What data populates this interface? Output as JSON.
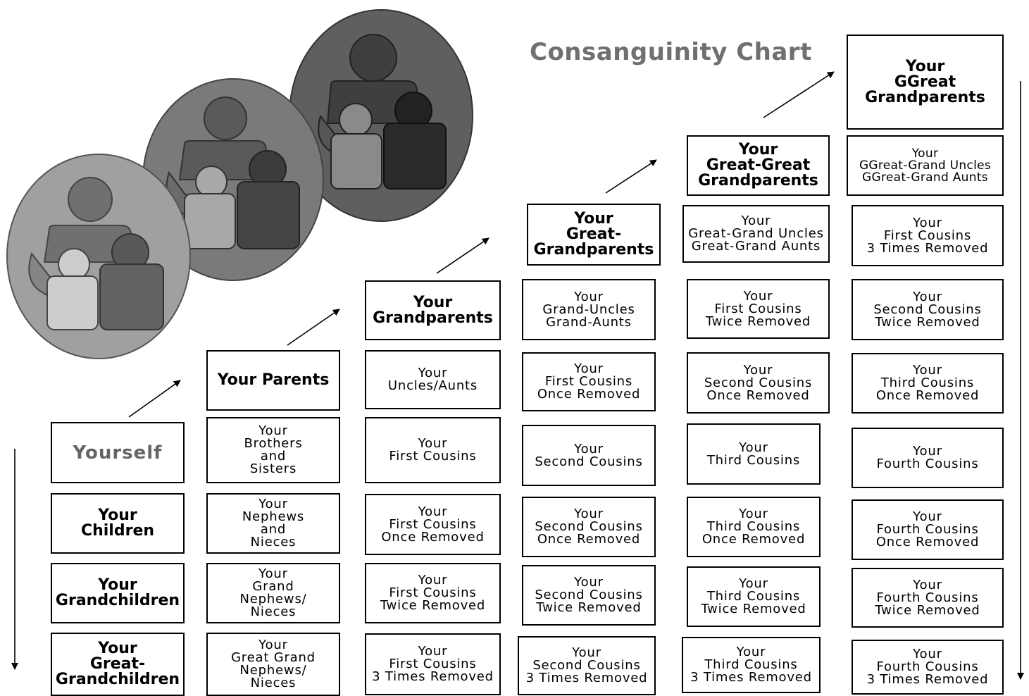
{
  "title": "Consanguinity Chart",
  "colors": {
    "background": "#ffffff",
    "border": "#000000",
    "title": "#707070"
  },
  "icons": [
    "family-icon-generation-1",
    "family-icon-generation-2",
    "family-icon-generation-3"
  ],
  "columns": [
    {
      "header": "Yourself",
      "cells": [
        "Your\nChildren",
        "Your\nGrandchildren",
        "Your\nGreat-\nGrandchildren"
      ]
    },
    {
      "header": "Your Parents",
      "cells": [
        "Your\nBrothers\nand\nSisters",
        "Your\nNephews\nand\nNieces",
        "Your\nGrand\nNephews/\nNieces",
        "Your\nGreat Grand\nNephews/\nNieces"
      ]
    },
    {
      "header": "Your\nGrandparents",
      "cells": [
        "Your\nUncles/Aunts",
        "Your\nFirst Cousins",
        "Your\nFirst Cousins\nOnce Removed",
        "Your\nFirst Cousins\nTwice Removed",
        "Your\nFirst Cousins\n3 Times Removed"
      ]
    },
    {
      "header": "Your\nGreat-\nGrandparents",
      "cells": [
        "Your\nGrand-Uncles\nGrand-Aunts",
        "Your\nFirst Cousins\nOnce Removed",
        "Your\nSecond Cousins",
        "Your\nSecond Cousins\nOnce Removed",
        "Your\nSecond Cousins\nTwice Removed",
        "Your\nSecond Cousins\n3 Times Removed"
      ]
    },
    {
      "header": "Your\nGreat-Great\nGrandparents",
      "cells": [
        "Your\nGreat-Grand Uncles\nGreat-Grand Aunts",
        "Your\nFirst Cousins\nTwice Removed",
        "Your\nSecond Cousins\nOnce Removed",
        "Your\nThird Cousins",
        "Your\nThird Cousins\nOnce Removed",
        "Your\nThird Cousins\nTwice Removed",
        "Your\nThird Cousins\n3 Times Removed"
      ]
    },
    {
      "header": "Your\nGGreat\nGrandparents",
      "cells": [
        "Your\nGGreat-Grand Uncles\nGGreat-Grand Aunts",
        "Your\nFirst Cousins\n3 Times Removed",
        "Your\nSecond Cousins\nTwice Removed",
        "Your\nThird Cousins\nOnce Removed",
        "Your\nFourth Cousins",
        "Your\nFourth Cousins\nOnce Removed",
        "Your\nFourth Cousins\nTwice Removed",
        "Your\nFourth Cousins\n3 Times Removed"
      ]
    }
  ]
}
